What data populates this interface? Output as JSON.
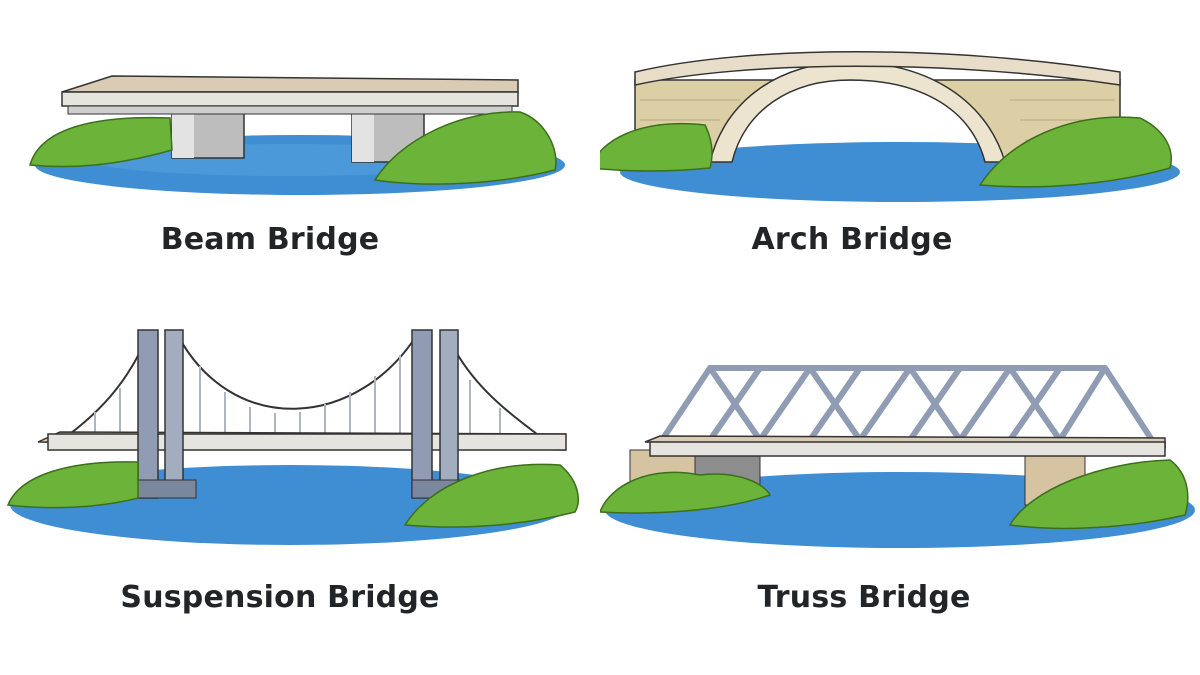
{
  "diagram": {
    "panels": [
      {
        "id": "beam",
        "label": "Beam Bridge"
      },
      {
        "id": "arch",
        "label": "Arch Bridge"
      },
      {
        "id": "suspension",
        "label": "Suspension Bridge"
      },
      {
        "id": "truss",
        "label": "Truss Bridge"
      }
    ]
  },
  "colors": {
    "water": "#3f8ed4",
    "grass": "#6cb33a",
    "deck": "#d9cbb4",
    "concrete": "#c9c9c9",
    "steel": "#8f9cb3",
    "stone": "#dccfa6",
    "label": "#222428"
  }
}
